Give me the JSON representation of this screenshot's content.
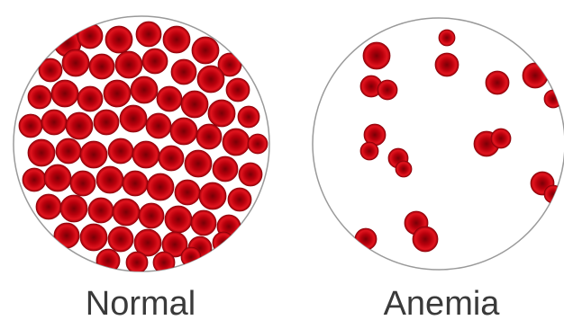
{
  "panels": [
    {
      "caption": "Normal",
      "cell_density": "high",
      "cell_color": "#c8101a",
      "border_color": "#9a9a9a"
    },
    {
      "caption": "Anemia",
      "cell_density": "low",
      "cell_color": "#c8101a",
      "border_color": "#9a9a9a"
    }
  ]
}
